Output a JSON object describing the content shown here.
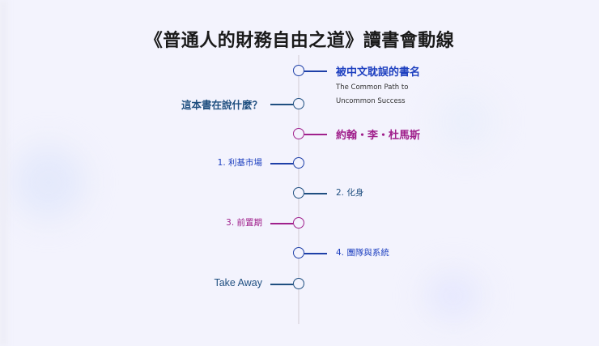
{
  "title": "《普通人的財務自由之道》讀書會動線",
  "colors": {
    "blue": "#1e40c0",
    "navy": "#1f4f80",
    "magenta": "#a0208c",
    "spine": "#e2dfe8",
    "background": "#f3f3fd"
  },
  "nodes": [
    {
      "label": "被中文耽誤的書名",
      "side": "right",
      "color": "blue",
      "subtitle": "The Common Path to Uncommon Success"
    },
    {
      "label": "這本書在說什麼？",
      "side": "left",
      "color": "navy"
    },
    {
      "label": "約翰・李・杜馬斯",
      "side": "right",
      "color": "magenta"
    },
    {
      "label": "1. 利基市場",
      "side": "left",
      "color": "blue"
    },
    {
      "label": "2. 化身",
      "side": "right",
      "color": "navy"
    },
    {
      "label": "3. 前置期",
      "side": "left",
      "color": "magenta"
    },
    {
      "label": "4. 團隊與系統",
      "side": "right",
      "color": "blue"
    },
    {
      "label": "Take Away",
      "side": "left",
      "color": "navy"
    }
  ]
}
